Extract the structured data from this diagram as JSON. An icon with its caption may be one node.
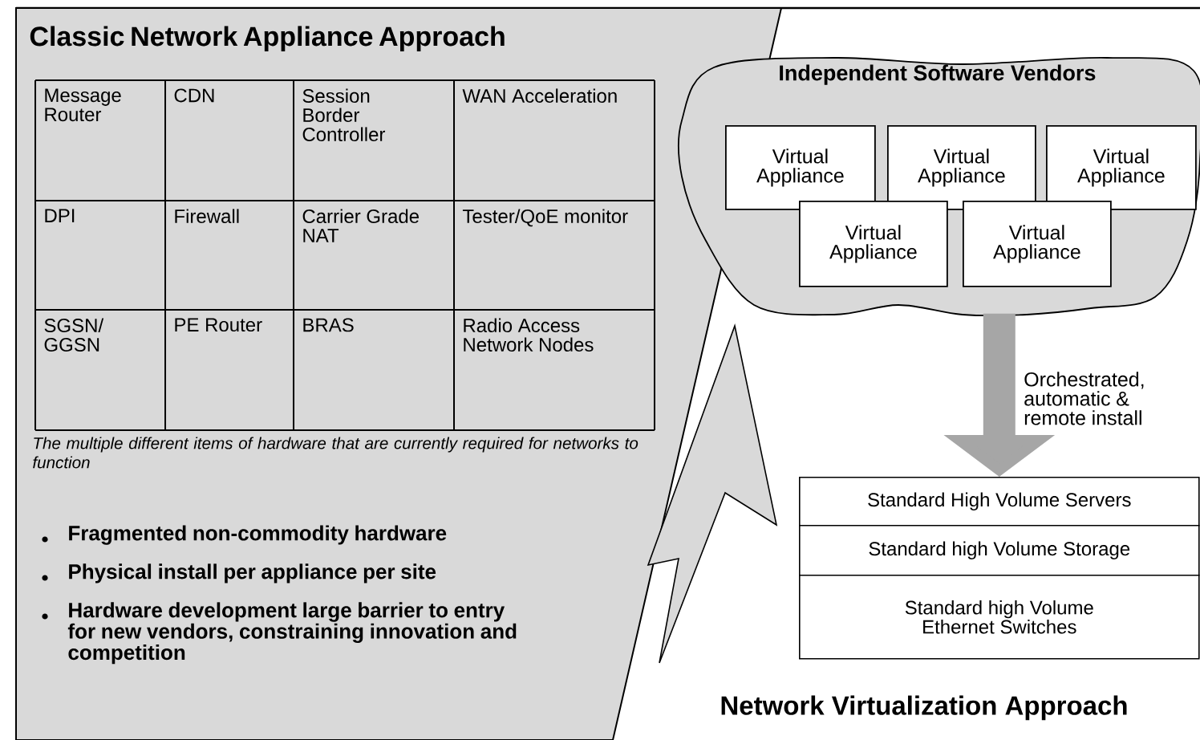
{
  "diagram": {
    "nodes": [
      {
        "text": [
          "Classic Network Appliance Approach"
        ]
      },
      {
        "text": [
          "Independent Software Vendors"
        ]
      },
      {
        "text": [
          "Virtual Appliance"
        ],
        "in": 1
      },
      {
        "text": [
          "Virtual Appliance"
        ],
        "in": 1
      },
      {
        "text": [
          "Virtual Appliance"
        ],
        "in": 1
      },
      {
        "text": [
          "Virtual Appliance"
        ],
        "in": 1
      },
      {
        "text": [
          "Virtual Appliance"
        ],
        "in": 1
      },
      {
        "text": [
          "Standard High Volume Servers"
        ]
      },
      {
        "text": [
          "Standard high Volume Storage"
        ]
      },
      {
        "text": [
          "Standard high Volume Ethernet Switches"
        ]
      }
    ],
    "edges": [
      {
        "from": 1,
        "to": 7,
        "arrow": "to",
        "label": "Orchestrated, automatic & remote install"
      }
    ],
    "labels": [
      "Message Router",
      "CDN",
      "Session Border Controller",
      "WAN Acceleration",
      "DPI",
      "Firewall",
      "Carrier Grade NAT",
      "Tester/QoE monitor",
      "SGSN/ GGSN",
      "PE Router",
      "BRAS",
      "Radio Access Network Nodes",
      "The multiple different items of hardware that are currently required for networks to function",
      "Fragmented non-commodity hardware",
      "Physical install per appliance per site",
      "Hardware development large barrier to entry for new vendors, constraining innovation and competition",
      "Network Virtualization Approach"
    ]
  }
}
